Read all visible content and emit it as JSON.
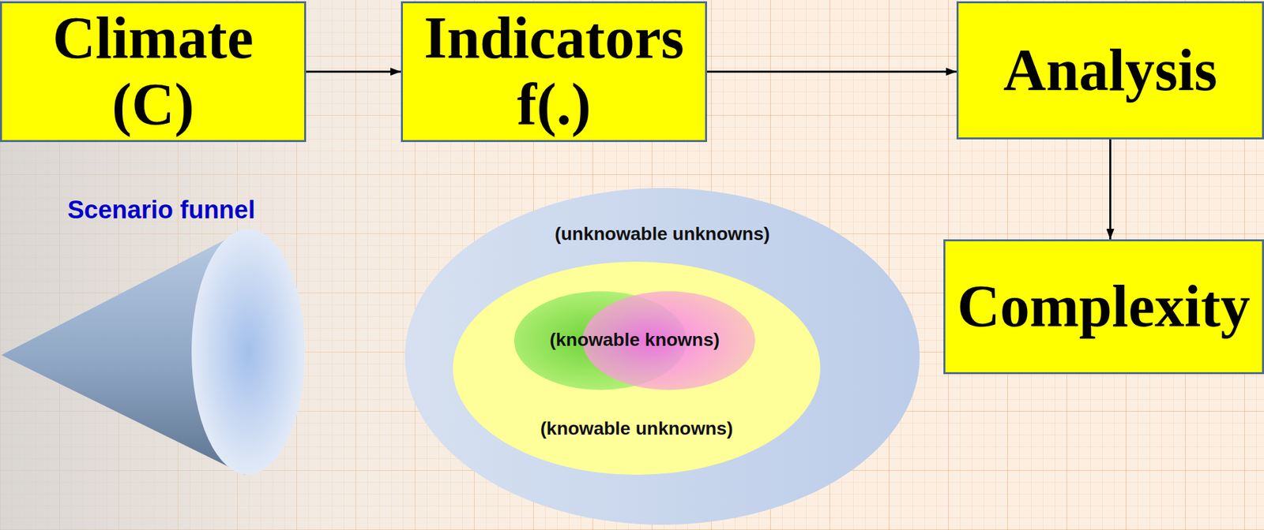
{
  "diagram": {
    "nodes": [
      {
        "text": [
          "Climate (C)"
        ]
      },
      {
        "text": [
          "Indicators f(.)"
        ]
      },
      {
        "text": [
          "Analysis"
        ]
      },
      {
        "text": [
          "Complexity"
        ]
      },
      {
        "text": [
          "(unknowable unknowns)"
        ]
      },
      {
        "text": [
          "(knowable unknowns)"
        ],
        "in": 4
      },
      {
        "text": [
          "(knowable knowns)"
        ],
        "in": 5
      }
    ],
    "edges": [
      {
        "from": 0,
        "to": 1,
        "arrow": "to"
      },
      {
        "from": 1,
        "to": 2,
        "arrow": "to"
      },
      {
        "from": 2,
        "to": 3,
        "arrow": "to"
      }
    ],
    "labels": [
      "Scenario funnel"
    ]
  }
}
